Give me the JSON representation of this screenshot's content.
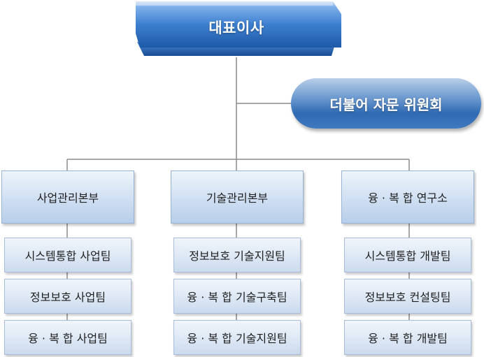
{
  "ceo": {
    "label": "대표이사"
  },
  "advisory": {
    "label": "더불어 자문 위원회"
  },
  "divisions": [
    {
      "label": "사업관리본부",
      "teams": [
        "시스템통합 사업팀",
        "정보보호 사업팀",
        "융 · 복 합 사업팀"
      ]
    },
    {
      "label": "기술관리본부",
      "teams": [
        "정보보호 기술지원팀",
        "융 · 복 합  기술구축팀",
        "융 · 복 합  기술지원팀"
      ]
    },
    {
      "label": "융 · 복 합 연구소",
      "teams": [
        "시스템통합 개발팀",
        "정보보호 컨설팅팀",
        "융 · 복 합 개발팀"
      ]
    }
  ],
  "colors": {
    "ceo_top": "#cfe0f6",
    "ceo_mid": "#3d7fcf",
    "ceo_bottom": "#1d5aa8",
    "connector": "#8a8a8a",
    "division_fill": "#cfdff2",
    "team_fill": "#dbe6f4",
    "text_dark": "#1f1f1f",
    "text_light": "#ffffff"
  }
}
